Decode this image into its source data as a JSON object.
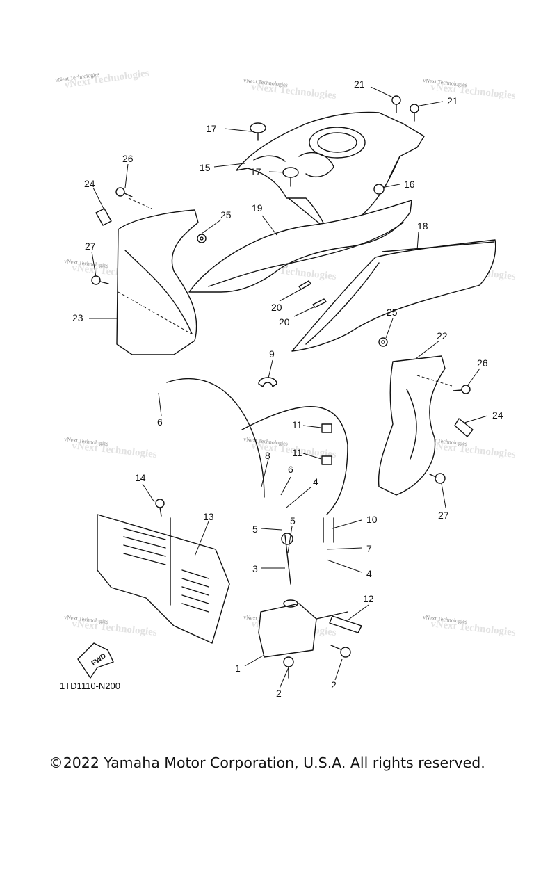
{
  "diagram_code": "1TD1110-N200",
  "fwd_label": "FWD",
  "watermark_text": "vNext Technologies",
  "copyright": "©2022 Yamaha Motor Corporation, U.S.A. All rights reserved.",
  "callouts": [
    "1",
    "2",
    "2",
    "3",
    "4",
    "4",
    "5",
    "5",
    "6",
    "6",
    "7",
    "8",
    "9",
    "10",
    "11",
    "11",
    "12",
    "13",
    "14",
    "15",
    "16",
    "17",
    "17",
    "18",
    "19",
    "20",
    "20",
    "21",
    "21",
    "22",
    "23",
    "24",
    "24",
    "25",
    "25",
    "26",
    "26",
    "27",
    "27"
  ]
}
